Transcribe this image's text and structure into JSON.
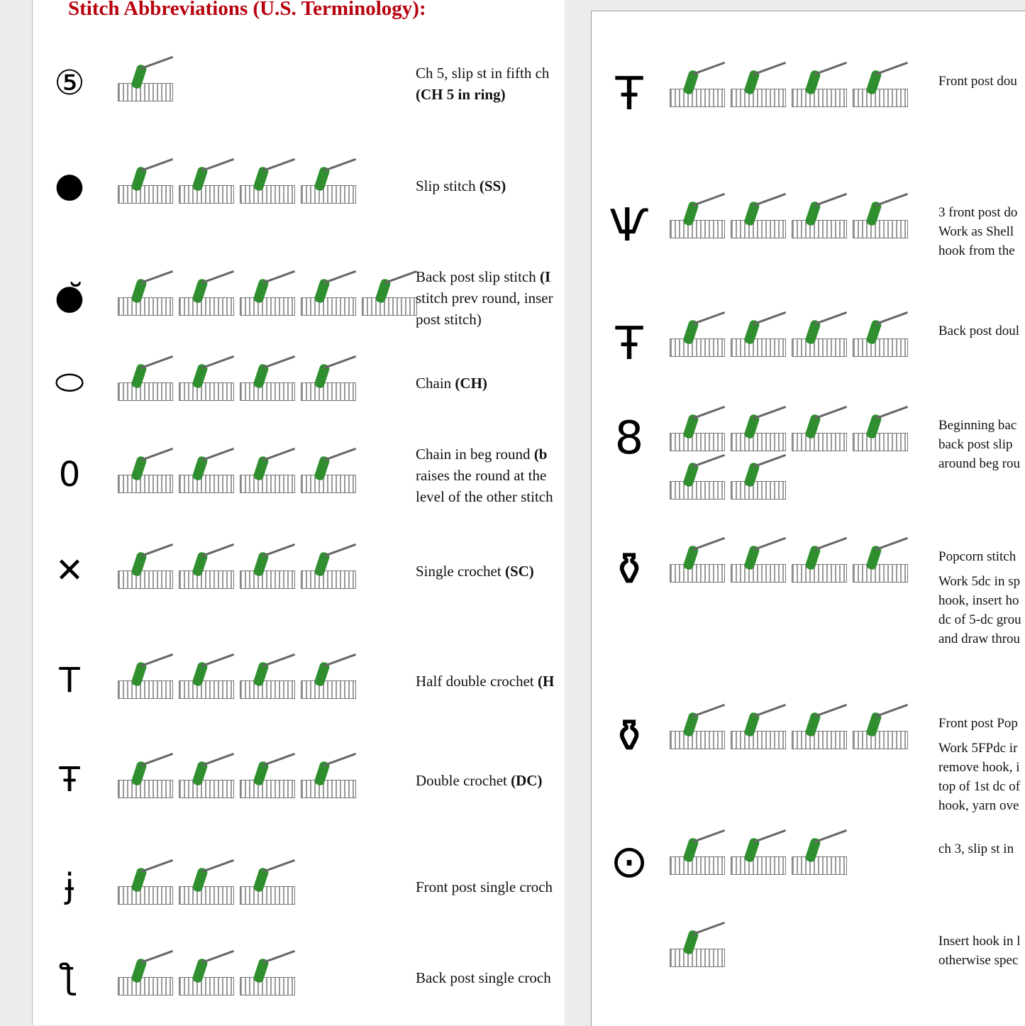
{
  "title": "Stitch Abbreviations (U.S. Terminology):",
  "left_rows": [
    {
      "symbol": "⑤",
      "symbol_icon": "ch5-ring-icon",
      "figures": 1,
      "lines": [
        [
          "Ch 5, slip st in fifth ch",
          ""
        ],
        [
          "",
          "(CH 5 in ring)"
        ]
      ]
    },
    {
      "symbol": "●",
      "symbol_icon": "slip-stitch-icon",
      "figures": 4,
      "lines": [
        [
          "Slip stitch ",
          "(SS)"
        ]
      ]
    },
    {
      "symbol": "●̆",
      "symbol_icon": "back-post-slip-stitch-icon",
      "figures": 5,
      "lines": [
        [
          "Back post slip stitch ",
          "(I"
        ],
        [
          "stitch prev round, inser",
          ""
        ],
        [
          "post stitch)",
          ""
        ]
      ]
    },
    {
      "symbol": "⬭",
      "symbol_icon": "chain-icon",
      "figures": 4,
      "lines": [
        [
          "Chain ",
          "(CH)"
        ]
      ]
    },
    {
      "symbol": "0",
      "symbol_icon": "chain-beg-round-icon",
      "figures": 4,
      "lines": [
        [
          "Chain in beg round ",
          "(b"
        ],
        [
          "raises the round at the",
          ""
        ],
        [
          "level of the other stitch",
          ""
        ]
      ]
    },
    {
      "symbol": "✕",
      "symbol_icon": "single-crochet-icon",
      "figures": 4,
      "lines": [
        [
          "Single crochet ",
          "(SC)"
        ]
      ]
    },
    {
      "symbol": "T",
      "symbol_icon": "half-double-crochet-icon",
      "figures": 4,
      "lines": [
        [
          "Half double crochet ",
          "(H"
        ]
      ]
    },
    {
      "symbol": "Ŧ",
      "symbol_icon": "double-crochet-icon",
      "figures": 4,
      "lines": [
        [
          "Double crochet ",
          "(DC)"
        ]
      ]
    },
    {
      "symbol": "ɉ",
      "symbol_icon": "front-post-single-crochet-icon",
      "figures": 3,
      "lines": [
        [
          "Front post single croch",
          ""
        ]
      ]
    },
    {
      "symbol": "ƪ",
      "symbol_icon": "back-post-single-crochet-icon",
      "figures": 3,
      "lines": [
        [
          "Back post single croch",
          ""
        ]
      ]
    }
  ],
  "right_rows": [
    {
      "symbol": "Ŧ",
      "symbol_icon": "front-post-double-crochet-icon",
      "figures": 4,
      "paras": [
        [
          "Front post dou"
        ]
      ]
    },
    {
      "symbol": "Ѱ",
      "symbol_icon": "three-front-post-dc-shell-icon",
      "figures": 4,
      "paras": [
        [
          "3 front post do",
          "Work as Shell",
          "hook from the"
        ]
      ]
    },
    {
      "symbol": "Ŧ",
      "symbol_icon": "back-post-double-crochet-icon",
      "figures": 4,
      "paras": [
        [
          "Back post doul"
        ]
      ]
    },
    {
      "symbol": "8",
      "symbol_icon": "beginning-back-post-icon",
      "figures": 6,
      "paras": [
        [
          "Beginning bac",
          "back post slip",
          "around beg rou"
        ]
      ]
    },
    {
      "symbol": "⚱",
      "symbol_icon": "popcorn-stitch-icon",
      "figures": 4,
      "paras": [
        [
          "Popcorn stitch"
        ],
        [
          "Work 5dc in sp",
          "hook, insert ho",
          "dc of 5-dc grou",
          "and draw throu"
        ]
      ]
    },
    {
      "symbol": "⚱",
      "symbol_icon": "front-post-popcorn-icon",
      "figures": 4,
      "paras": [
        [
          "Front post Pop"
        ],
        [
          "Work 5FPdc ir",
          "remove hook, i",
          "top of 1st dc of",
          "hook, yarn ove"
        ]
      ]
    },
    {
      "symbol": "⊙",
      "symbol_icon": "picot-icon",
      "figures": 3,
      "paras": [
        [
          "ch 3, slip st in"
        ]
      ]
    },
    {
      "symbol": "",
      "symbol_icon": "hook-insert-illustration",
      "figures": 1,
      "paras": [
        [
          "Insert hook in l",
          "otherwise spec"
        ]
      ]
    }
  ],
  "colors": {
    "title": "#b8000d",
    "yarn": "#2f8f2f"
  }
}
